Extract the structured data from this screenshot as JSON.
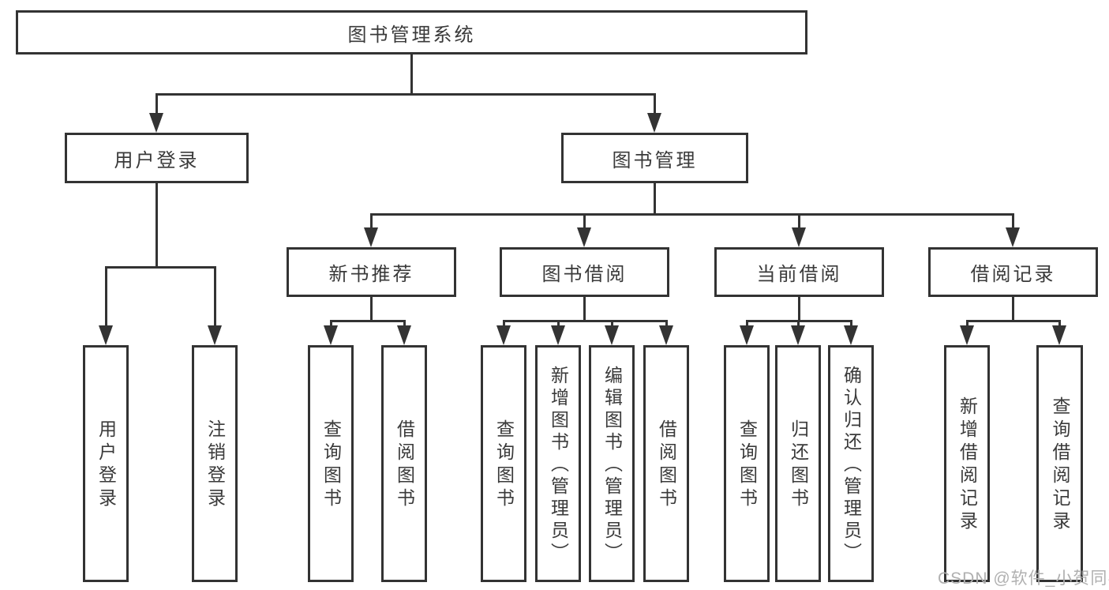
{
  "diagram": {
    "root": {
      "label": "图书管理系统"
    },
    "branches": [
      {
        "label": "用户登录",
        "children": [
          {
            "label": "用户登录"
          },
          {
            "label": "注销登录"
          }
        ]
      },
      {
        "label": "图书管理",
        "children": [
          {
            "label": "新书推荐",
            "children": [
              {
                "label": "查询图书"
              },
              {
                "label": "借阅图书"
              }
            ]
          },
          {
            "label": "图书借阅",
            "children": [
              {
                "label": "查询图书"
              },
              {
                "label": "新增图书（管理员）"
              },
              {
                "label": "编辑图书（管理员）"
              },
              {
                "label": "借阅图书"
              }
            ]
          },
          {
            "label": "当前借阅",
            "children": [
              {
                "label": "查询图书"
              },
              {
                "label": "归还图书"
              },
              {
                "label": "确认归还（管理员）"
              }
            ]
          },
          {
            "label": "借阅记录",
            "children": [
              {
                "label": "新增借阅记录"
              },
              {
                "label": "查询借阅记录"
              }
            ]
          }
        ]
      }
    ]
  },
  "colors": {
    "line": "#333333",
    "node_text": "#3a3a3a",
    "background": "#ffffff",
    "watermark_text": "#b0b0b0"
  },
  "watermark": "CSDN @软件_小贺同学"
}
